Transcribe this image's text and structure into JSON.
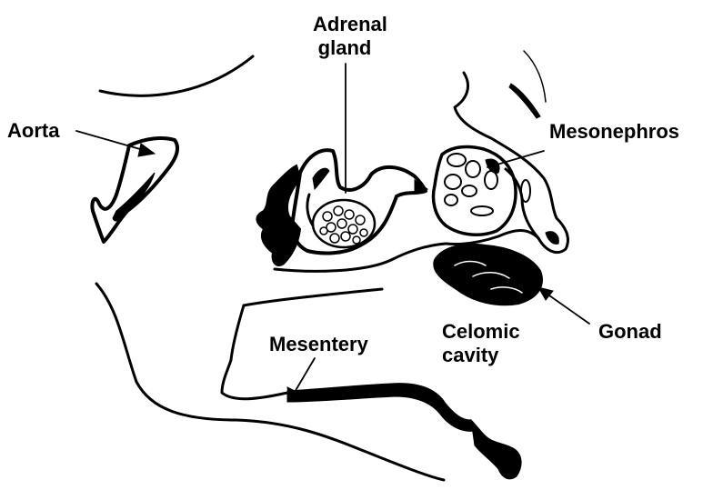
{
  "labels": {
    "adrenal_gland": [
      "Adrenal",
      "gland"
    ],
    "aorta": "Aorta",
    "mesonephros": "Mesonephros",
    "mesentery": "Mesentery",
    "celomic_cavity": [
      "Celomic",
      "cavity"
    ],
    "gonad": "Gonad"
  },
  "colors": {
    "ink": "#000000",
    "background": "#ffffff"
  }
}
